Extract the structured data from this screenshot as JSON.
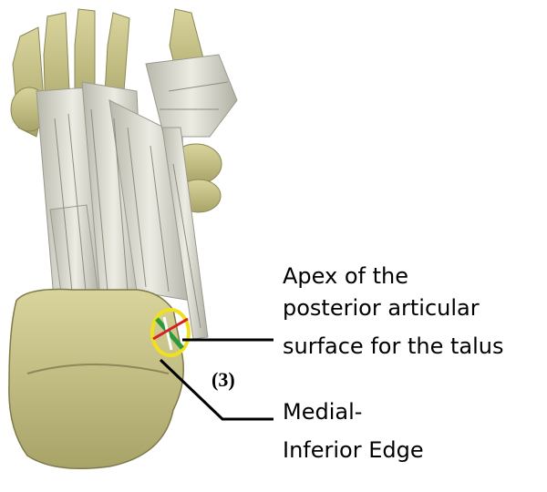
{
  "labels": {
    "apex": {
      "line1": "Apex of the",
      "line2": "posterior articular",
      "line3_main": "surface for the",
      "line3_tail": "talus"
    },
    "medial": {
      "line1": "Medial-",
      "line2": "Inferior Edge"
    },
    "marker": "(3)"
  },
  "colors": {
    "background": "#ffffff",
    "text": "#000000",
    "leader_line": "#000000",
    "highlight_ellipse": "#f0e020",
    "cross_line": "#d82020",
    "point_green": "#2a9a3a",
    "bone": "#c8c48a",
    "tendon": "#dcdcd0"
  },
  "icons": {
    "figure": "foot-ligament-illustration",
    "region": "highlighted-region-ellipse"
  }
}
